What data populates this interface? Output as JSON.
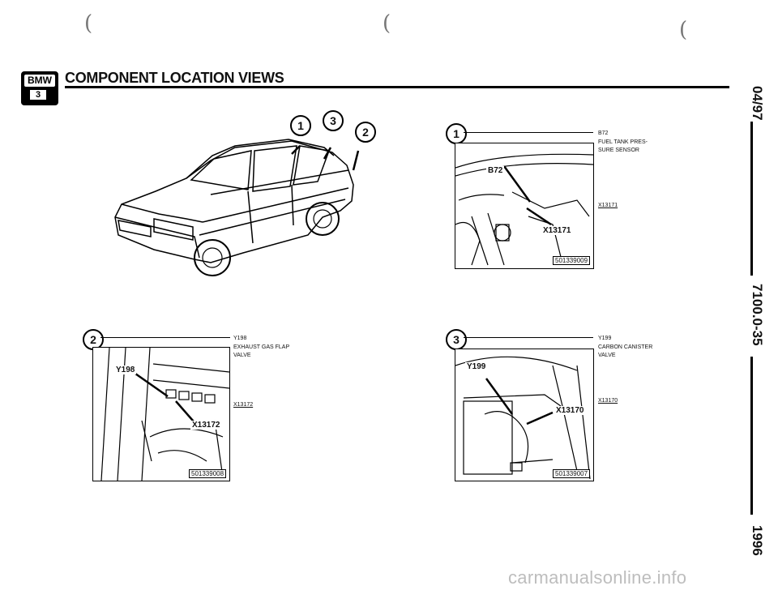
{
  "header": {
    "logo_top": "BMW",
    "logo_bottom": "3",
    "title": "COMPONENT LOCATION VIEWS"
  },
  "sidebar": {
    "date": "04/97",
    "code": "7100.0-35",
    "year": "1996"
  },
  "car_view": {
    "callouts": [
      "1",
      "3",
      "2"
    ]
  },
  "views": [
    {
      "callout": "1",
      "component_code": "B72",
      "component_desc": "FUEL TANK PRES- SURE SENSOR",
      "connector": "X13171",
      "photo_labels": [
        "B72",
        "X13171"
      ],
      "ref_number": "501339009"
    },
    {
      "callout": "2",
      "component_code": "Y198",
      "component_desc": "EXHAUST GAS FLAP VALVE",
      "connector": "X13172",
      "photo_labels": [
        "Y198",
        "X13172"
      ],
      "ref_number": "501339008"
    },
    {
      "callout": "3",
      "component_code": "Y199",
      "component_desc": "CARBON CANISTER VALVE",
      "connector": "X13170",
      "photo_labels": [
        "Y199",
        "X13170"
      ],
      "ref_number": "501339007"
    }
  ],
  "watermark": "carmanualsonline.info"
}
